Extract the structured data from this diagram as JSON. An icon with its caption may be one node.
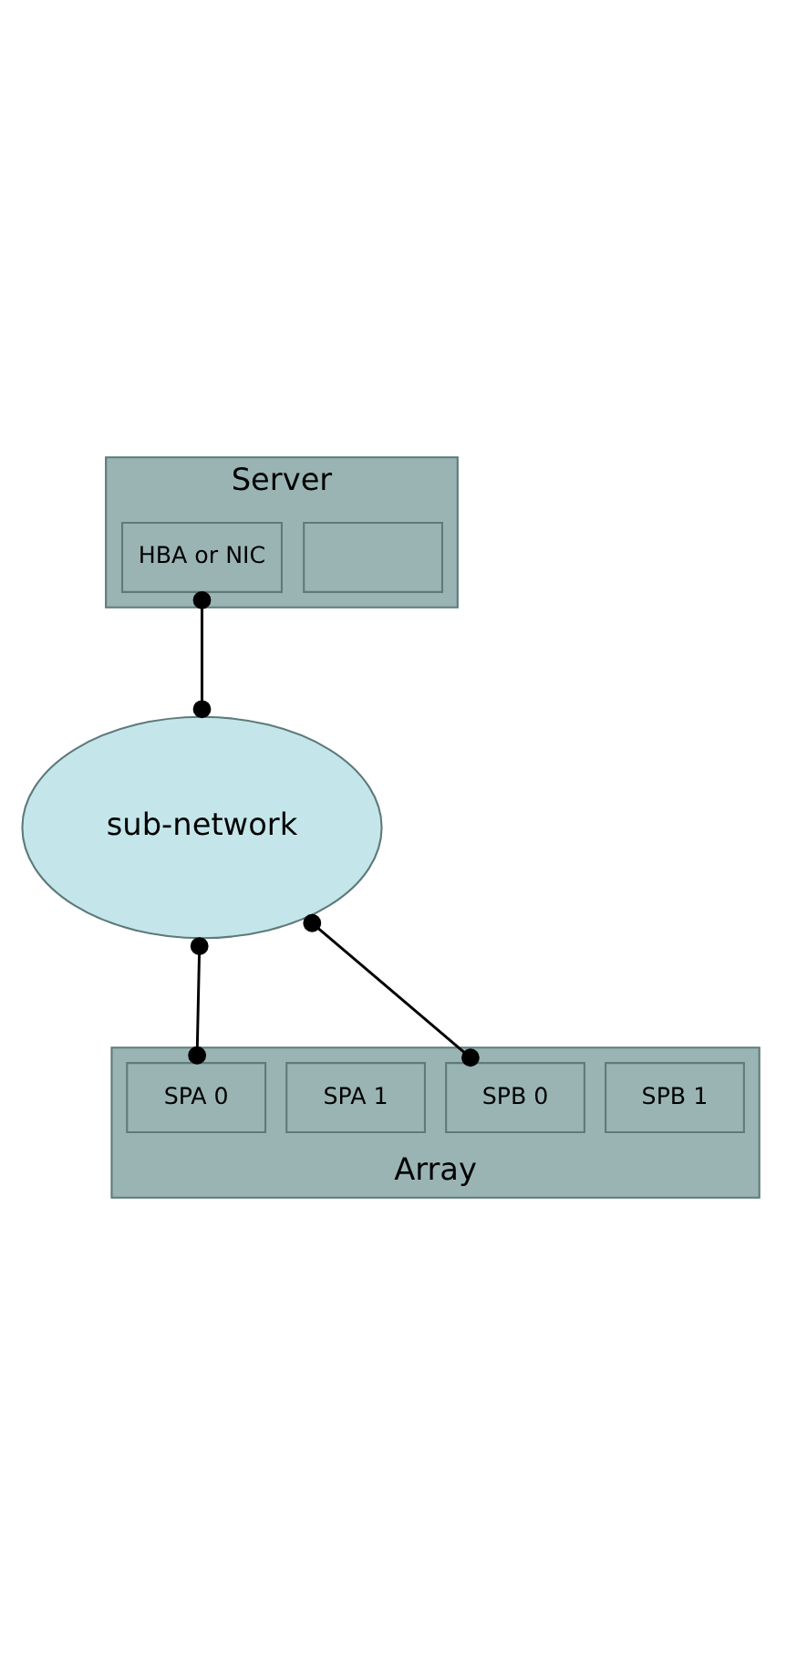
{
  "diagram": {
    "nodes": [
      {
        "text": [
          "Server"
        ]
      },
      {
        "text": [
          "HBA or NIC"
        ],
        "in": 0
      },
      {
        "text": [],
        "shape": "box",
        "in": 0
      },
      {
        "text": [
          "sub-network"
        ]
      },
      {
        "text": [
          "Array"
        ]
      },
      {
        "text": [
          "SPA 0"
        ],
        "in": 4
      },
      {
        "text": [
          "SPA 1"
        ],
        "in": 4
      },
      {
        "text": [
          "SPB 0"
        ],
        "in": 4
      },
      {
        "text": [
          "SPB 1"
        ],
        "in": 4
      }
    ],
    "edges": [
      {
        "from": 1,
        "to": 3,
        "arrow": "other"
      },
      {
        "from": 3,
        "to": 5,
        "arrow": "other"
      },
      {
        "from": 3,
        "to": 7,
        "arrow": "other"
      }
    ]
  }
}
